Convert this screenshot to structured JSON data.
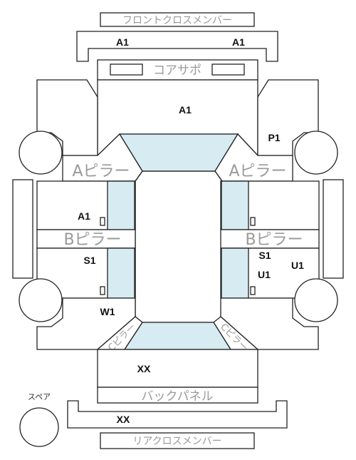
{
  "labels": {
    "front_cross_member": "フロントクロスメンバー",
    "core_support": "コアサポ",
    "a_pillar": "Aピラー",
    "b_pillar": "Bピラー",
    "c_pillar": "Cピラー",
    "back_panel": "バックパネル",
    "rear_cross_member": "リアクロスメンバー",
    "spare": "スペア"
  },
  "codes": {
    "front_left": "A1",
    "front_right": "A1",
    "hood": "A1",
    "right_fender": "P1",
    "left_front_door": "A1",
    "left_rear_door": "S1",
    "right_rear_door_upper": "S1",
    "right_rear_door_lower": "U1",
    "right_quarter": "U1",
    "left_quarter": "W1",
    "trunk": "XX",
    "rear": "XX"
  }
}
